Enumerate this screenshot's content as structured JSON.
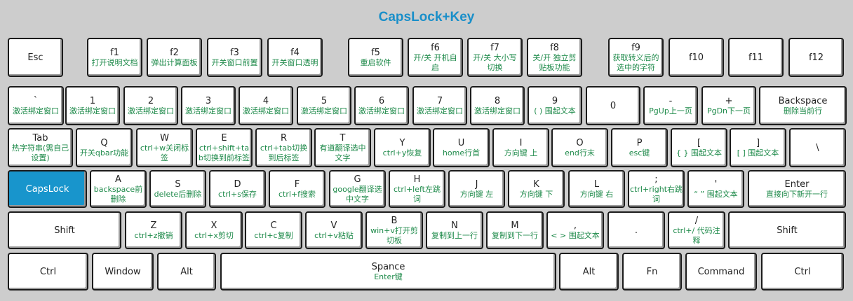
{
  "title": "CapsLock+Key",
  "rows": [
    [
      {
        "main": "Esc",
        "desc": ""
      },
      {
        "main": "f1",
        "desc": "打开说明文档"
      },
      {
        "main": "f2",
        "desc": "弹出计算面板"
      },
      {
        "main": "f3",
        "desc": "开关窗口前置"
      },
      {
        "main": "f4",
        "desc": "开关窗口透明"
      },
      {
        "main": "f5",
        "desc": "重启软件"
      },
      {
        "main": "f6",
        "desc": "开/关 开机自启"
      },
      {
        "main": "f7",
        "desc": "开/关 大小写切换"
      },
      {
        "main": "f8",
        "desc": "关/开 独立剪贴板功能"
      },
      {
        "main": "f9",
        "desc": "获取转义后的选中的字符"
      },
      {
        "main": "f10",
        "desc": ""
      },
      {
        "main": "f11",
        "desc": ""
      },
      {
        "main": "f12",
        "desc": ""
      }
    ],
    [
      {
        "main": "`",
        "desc": "激活绑定窗口"
      },
      {
        "main": "1",
        "desc": "激活绑定窗口"
      },
      {
        "main": "2",
        "desc": "激活绑定窗口"
      },
      {
        "main": "3",
        "desc": "激活绑定窗口"
      },
      {
        "main": "4",
        "desc": "激活绑定窗口"
      },
      {
        "main": "5",
        "desc": "激活绑定窗口"
      },
      {
        "main": "6",
        "desc": "激活绑定窗口"
      },
      {
        "main": "7",
        "desc": "激活绑定窗口"
      },
      {
        "main": "8",
        "desc": "激活绑定窗口"
      },
      {
        "main": "9",
        "desc": "( ) 围起文本"
      },
      {
        "main": "0",
        "desc": ""
      },
      {
        "main": "-",
        "desc": "PgUp上一页"
      },
      {
        "main": "+",
        "desc": "PgDn下一页"
      },
      {
        "main": "Backspace",
        "desc": "删除当前行"
      }
    ],
    [
      {
        "main": "Tab",
        "desc": "热字符串(需自己设置)"
      },
      {
        "main": "Q",
        "desc": "开关qbar功能"
      },
      {
        "main": "W",
        "desc": "ctrl+w关闭标签"
      },
      {
        "main": "E",
        "desc": "ctrl+shift+tab切换到前标签"
      },
      {
        "main": "R",
        "desc": "ctrl+tab切换到后标签"
      },
      {
        "main": "T",
        "desc": "有道翻译选中文字"
      },
      {
        "main": "Y",
        "desc": "ctrl+y恢复"
      },
      {
        "main": "U",
        "desc": "home行首"
      },
      {
        "main": "I",
        "desc": "方向键 上"
      },
      {
        "main": "O",
        "desc": "end行末"
      },
      {
        "main": "P",
        "desc": "esc键"
      },
      {
        "main": "[",
        "desc": "{ } 围起文本"
      },
      {
        "main": "]",
        "desc": "[ ] 围起文本"
      },
      {
        "main": "\\",
        "desc": ""
      }
    ],
    [
      {
        "main": "CapsLock",
        "desc": ""
      },
      {
        "main": "A",
        "desc": "backspace前删除"
      },
      {
        "main": "S",
        "desc": "delete后删除"
      },
      {
        "main": "D",
        "desc": "ctrl+s保存"
      },
      {
        "main": "F",
        "desc": "ctrl+f搜索"
      },
      {
        "main": "G",
        "desc": "google翻译选中文字"
      },
      {
        "main": "H",
        "desc": "ctrl+left左跳词"
      },
      {
        "main": "J",
        "desc": "方向键 左"
      },
      {
        "main": "K",
        "desc": "方向键 下"
      },
      {
        "main": "L",
        "desc": "方向键 右"
      },
      {
        "main": ";",
        "desc": "ctrl+right右跳词"
      },
      {
        "main": "'",
        "desc": "“ ” 围起文本"
      },
      {
        "main": "Enter",
        "desc": "直接向下新开一行"
      }
    ],
    [
      {
        "main": "Shift",
        "desc": ""
      },
      {
        "main": "Z",
        "desc": "ctrl+z撤销"
      },
      {
        "main": "X",
        "desc": "ctrl+x剪切"
      },
      {
        "main": "C",
        "desc": "ctrl+c复制"
      },
      {
        "main": "V",
        "desc": "ctrl+v粘贴"
      },
      {
        "main": "B",
        "desc": "win+v打开剪切板"
      },
      {
        "main": "N",
        "desc": "复制到上一行"
      },
      {
        "main": "M",
        "desc": "复制到下一行"
      },
      {
        "main": ",",
        "desc": "< > 围起文本"
      },
      {
        "main": ".",
        "desc": ""
      },
      {
        "main": "/",
        "desc": "ctrl+/ 代码注释"
      },
      {
        "main": "Shift",
        "desc": ""
      }
    ],
    [
      {
        "main": "Ctrl",
        "desc": ""
      },
      {
        "main": "Window",
        "desc": ""
      },
      {
        "main": "Alt",
        "desc": ""
      },
      {
        "main": "Spance",
        "desc": "Enter键"
      },
      {
        "main": "Alt",
        "desc": ""
      },
      {
        "main": "Fn",
        "desc": ""
      },
      {
        "main": "Command",
        "desc": ""
      },
      {
        "main": "Ctrl",
        "desc": ""
      }
    ]
  ],
  "active_key": "CapsLock",
  "colors": {
    "accent": "#1895cc",
    "title": "#1a8fc9",
    "desc_text": "#1e8a4a",
    "background": "#cdcdcd"
  }
}
